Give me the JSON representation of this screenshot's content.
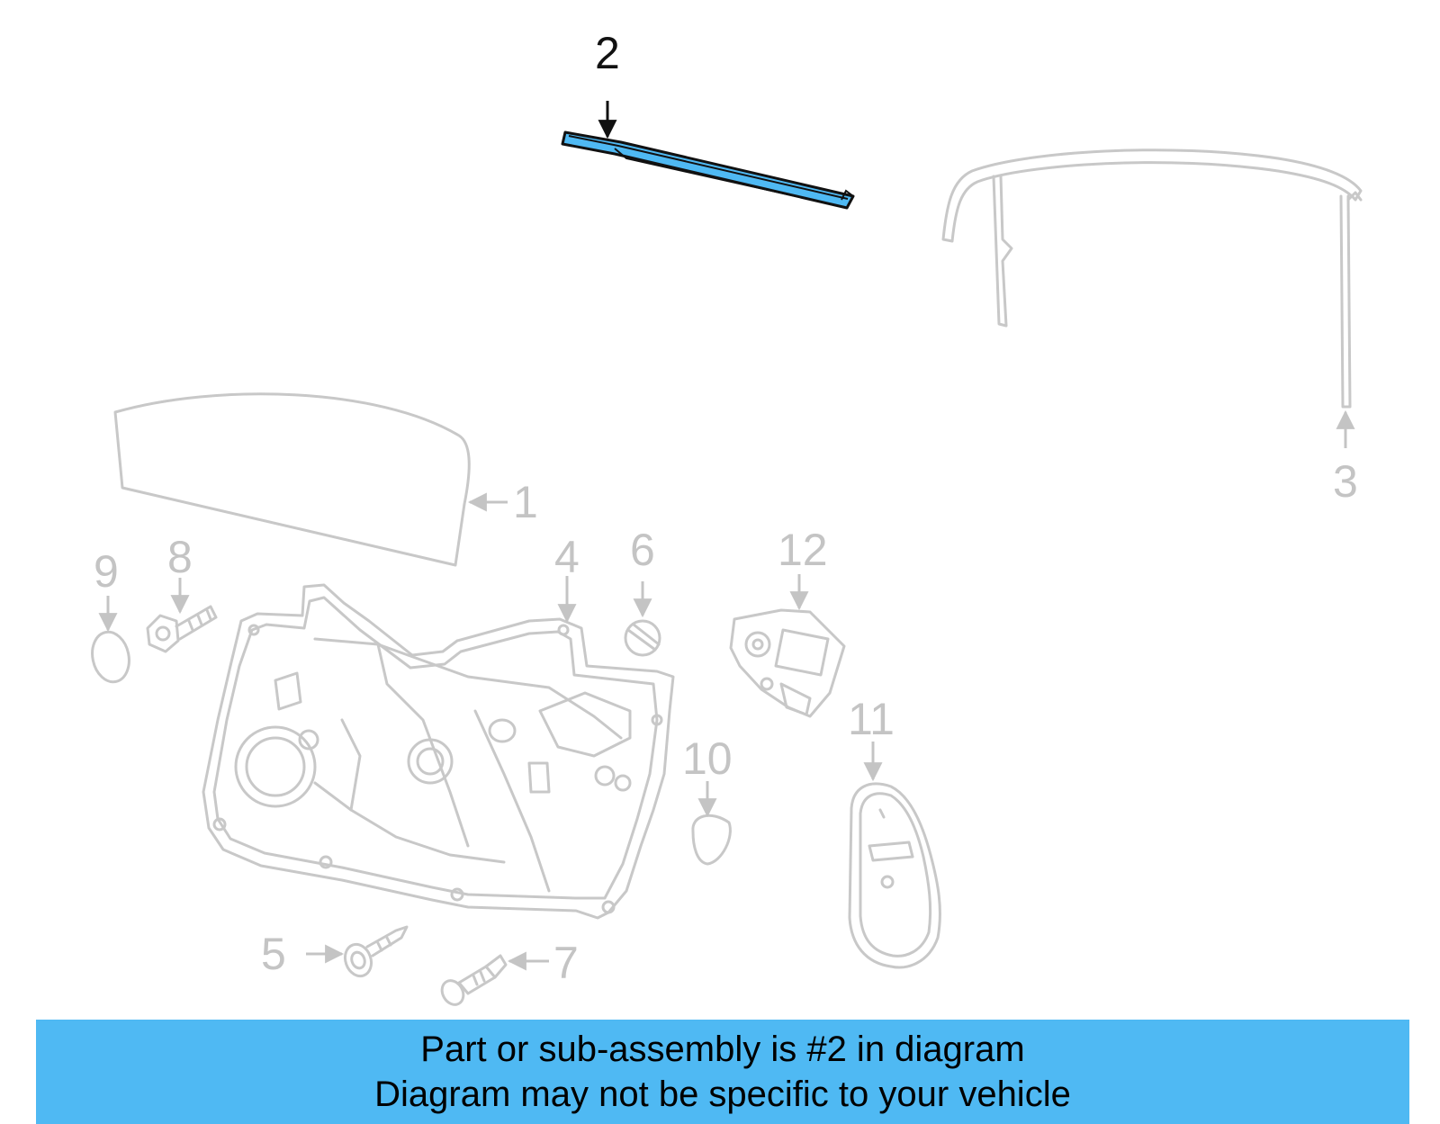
{
  "callouts": {
    "c1": "1",
    "c2": "2",
    "c3": "3",
    "c4": "4",
    "c5": "5",
    "c6": "6",
    "c7": "7",
    "c8": "8",
    "c9": "9",
    "c10": "10",
    "c11": "11",
    "c12": "12"
  },
  "highlighted_part": "2",
  "colors": {
    "highlight_fill": "#4fb9f3",
    "inactive_part": "#c8c8c8",
    "active_text": "#111111",
    "banner_background": "#4fb9f3"
  },
  "banner": {
    "line1": "Part or sub-assembly is #2 in diagram",
    "line2": "Diagram may not be specific to your vehicle"
  }
}
